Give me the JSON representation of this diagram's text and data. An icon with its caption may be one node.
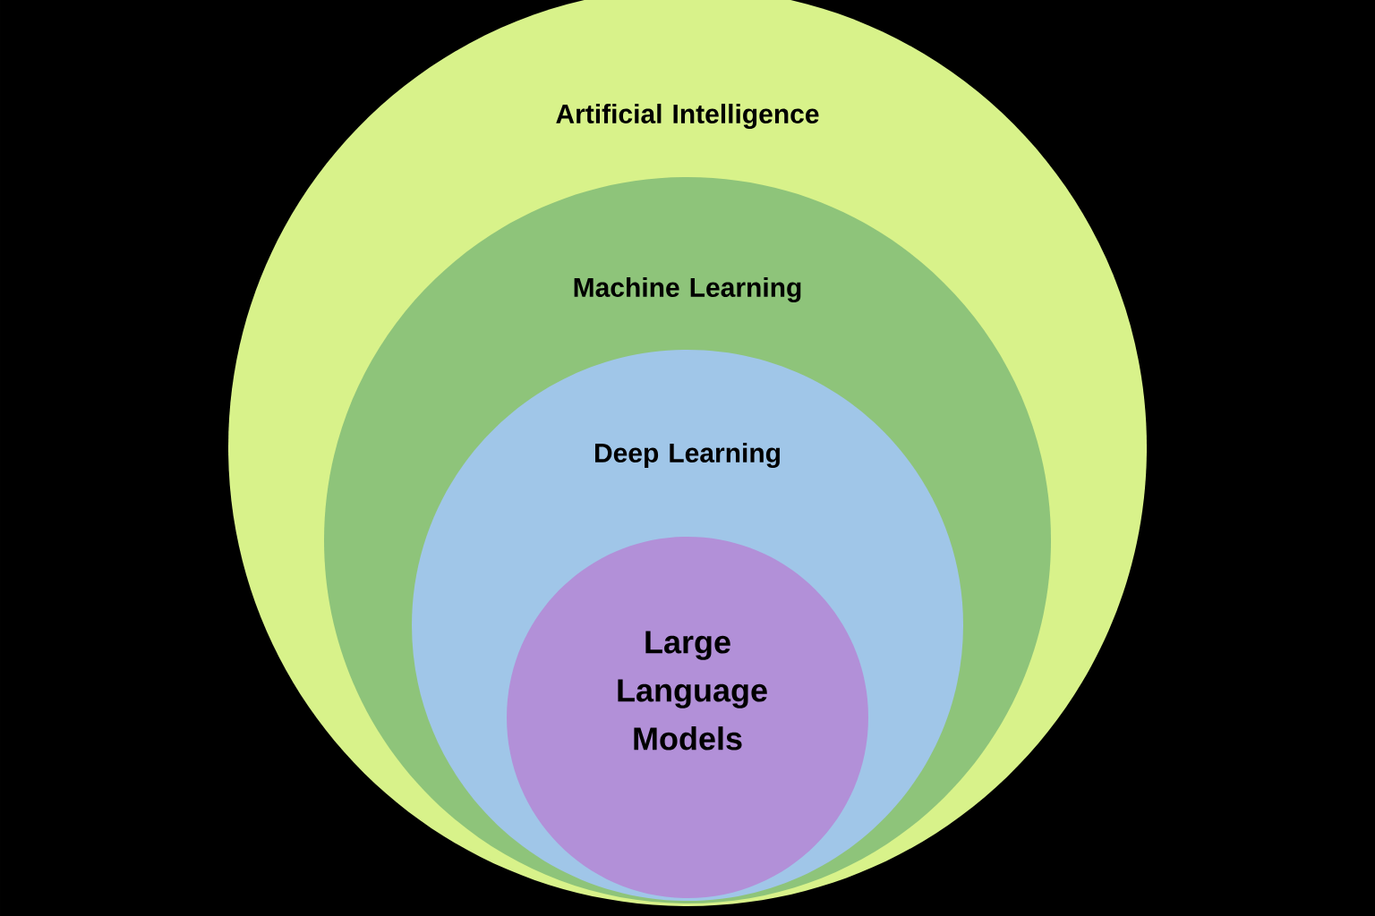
{
  "diagram": {
    "nodes": [
      {
        "text": [
          "Artificial Intelligence"
        ]
      },
      {
        "text": [
          "Machine Learning"
        ],
        "in": 0
      },
      {
        "text": [
          "Deep Learning"
        ],
        "in": 1
      },
      {
        "text": [
          "Large Language Models"
        ],
        "in": 2
      }
    ]
  }
}
